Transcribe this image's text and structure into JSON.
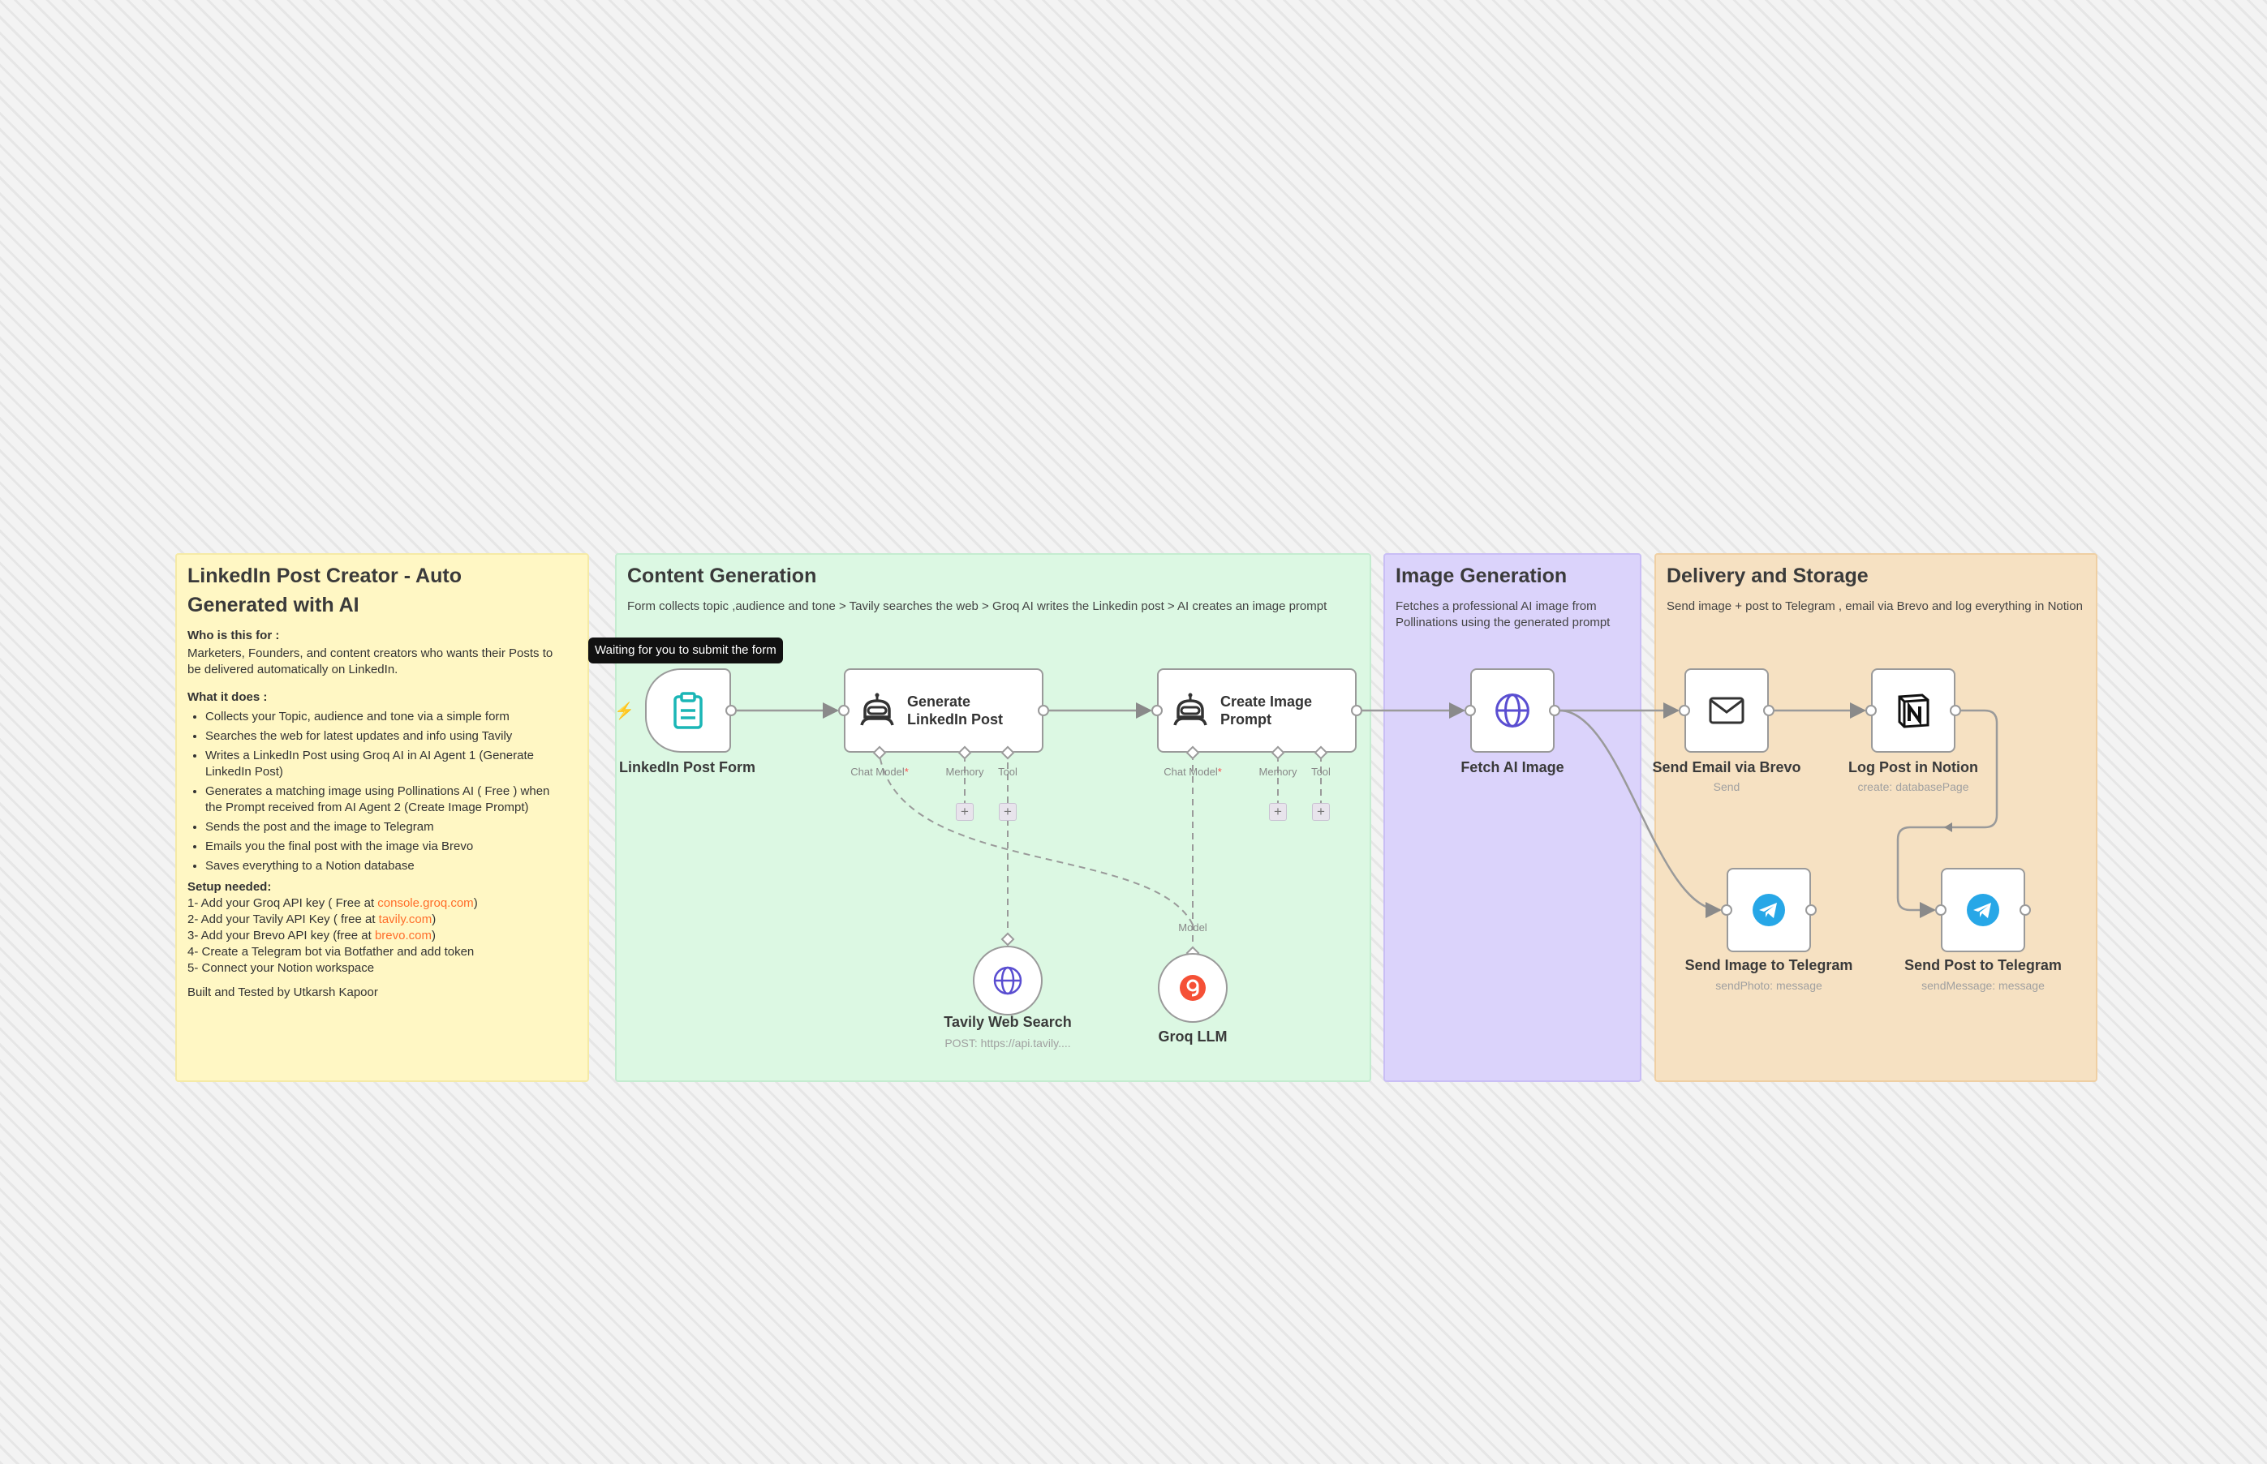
{
  "stickies": {
    "intro": {
      "title": "LinkedIn Post Creator - Auto Generated with AI",
      "who_heading": "Who is this for :",
      "who_text": "Marketers, Founders, and content creators who wants their Posts to be delivered automatically on LinkedIn.",
      "what_heading": "What it does :",
      "what_items": [
        "Collects your Topic, audience and tone via a simple form",
        "Searches the web for latest updates and info using Tavily",
        "Writes a LinkedIn Post using Groq AI in AI Agent 1 (Generate LinkedIn Post)",
        "Generates a matching image using Pollinations AI ( Free ) when the Prompt received from AI Agent 2 (Create Image Prompt)",
        "Sends the post and the image to Telegram",
        "Emails you the final post with the image via Brevo",
        "Saves everything to a Notion database"
      ],
      "setup_heading": "Setup needed:",
      "setup": [
        {
          "pre": "1- Add your Groq API key ( Free at ",
          "link": "console.groq.com",
          "post": ")"
        },
        {
          "pre": "2- Add your Tavily API Key ( free at ",
          "link": "tavily.com",
          "post": ")"
        },
        {
          "pre": "3- Add your Brevo API key (free at ",
          "link": "brevo.com",
          "post": ")"
        },
        {
          "pre": "4- Create a Telegram bot via Botfather and add token",
          "link": "",
          "post": ""
        },
        {
          "pre": "5- Connect your Notion workspace",
          "link": "",
          "post": ""
        }
      ],
      "footer": "Built and Tested by Utkarsh Kapoor"
    },
    "content": {
      "title": "Content Generation",
      "subtitle": "Form collects topic ,audience and tone > Tavily searches the web > Groq AI writes the Linkedin post > AI creates an image prompt"
    },
    "image": {
      "title": "Image Generation",
      "subtitle": "Fetches a professional AI image from Pollinations using the generated prompt"
    },
    "delivery": {
      "title": "Delivery and Storage",
      "subtitle": "Send image + post to Telegram , email via Brevo and log everything in Notion"
    }
  },
  "tooltip": "Waiting for you to submit the form",
  "nodes": {
    "form": {
      "label": "LinkedIn Post Form",
      "icon": "clipboard-icon"
    },
    "agent1": {
      "label": "Generate LinkedIn Post",
      "icon": "robot-icon",
      "ports": {
        "chat": "Chat Model",
        "memory": "Memory",
        "tool": "Tool"
      }
    },
    "agent2": {
      "label": "Create Image Prompt",
      "icon": "robot-icon",
      "ports": {
        "chat": "Chat Model",
        "memory": "Memory",
        "tool": "Tool"
      }
    },
    "tavily": {
      "label": "Tavily Web Search",
      "sub": "POST: https://api.tavily....",
      "icon": "globe-icon"
    },
    "groq": {
      "label": "Groq LLM",
      "port": "Model",
      "icon": "groq-logo-icon"
    },
    "fetch": {
      "label": "Fetch AI Image",
      "icon": "globe-icon"
    },
    "brevo": {
      "label": "Send Email via Brevo",
      "sub": "Send",
      "icon": "envelope-icon"
    },
    "notion": {
      "label": "Log Post in Notion",
      "sub": "create: databasePage",
      "icon": "notion-logo-icon"
    },
    "tg_image": {
      "label": "Send Image to Telegram",
      "sub": "sendPhoto: message",
      "icon": "telegram-icon"
    },
    "tg_post": {
      "label": "Send Post to Telegram",
      "sub": "sendMessage: message",
      "icon": "telegram-icon"
    }
  },
  "colors": {
    "accent": "#ff6d2a",
    "telegram": "#27a7e7",
    "groq": "#f55036",
    "globe": "#5a4ed1",
    "form_icon": "#1ab6b6"
  }
}
